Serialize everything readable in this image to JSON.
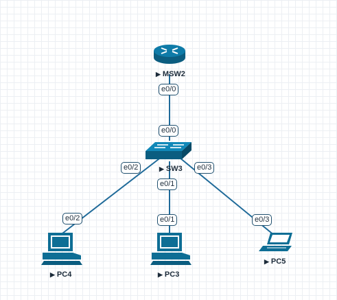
{
  "diagram": {
    "nodes": [
      {
        "id": "msw2",
        "name": "MSW2",
        "type": "router-icon"
      },
      {
        "id": "sw3",
        "name": "SW3",
        "type": "switch-icon"
      },
      {
        "id": "pc4",
        "name": "PC4",
        "type": "desktop-pc-icon"
      },
      {
        "id": "pc3",
        "name": "PC3",
        "type": "desktop-pc-icon"
      },
      {
        "id": "pc5",
        "name": "PC5",
        "type": "laptop-icon"
      }
    ],
    "links": [
      {
        "from": "msw2",
        "to": "sw3",
        "from_port": "e0/0",
        "to_port": "e0/0"
      },
      {
        "from": "sw3",
        "to": "pc4",
        "from_port": "e0/2",
        "to_port": "e0/2"
      },
      {
        "from": "sw3",
        "to": "pc3",
        "from_port": "e0/1",
        "to_port": "e0/1"
      },
      {
        "from": "sw3",
        "to": "pc5",
        "from_port": "e0/3",
        "to_port": "e0/3"
      }
    ],
    "colors": {
      "link": "#1f6a99",
      "device": "#0e6e95",
      "background": "#ffffff",
      "grid": "#eceff3"
    }
  }
}
